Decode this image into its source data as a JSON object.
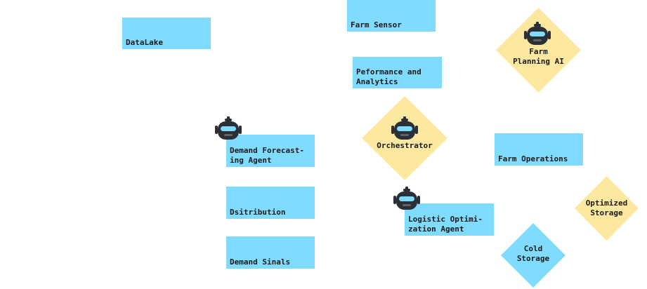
{
  "colors": {
    "rect_fill": "#80dcff",
    "diamond_yellow": "#fde8a0",
    "diamond_blue": "#80dcff",
    "bot_dark": "#2b2f36",
    "bot_visor": "#80dcff"
  },
  "rectangles": [
    {
      "id": "datalake",
      "label": "DataLake"
    },
    {
      "id": "farm-sensor",
      "label": "Farm Sensor"
    },
    {
      "id": "performance-analytics",
      "label": "Peformance and\nAnalytics"
    },
    {
      "id": "demand-forecasting-agent",
      "label": "Demand Forecast-\ning Agent"
    },
    {
      "id": "distribution",
      "label": "Dsitribution"
    },
    {
      "id": "demand-signals",
      "label": "Demand Sinals"
    },
    {
      "id": "farm-operations",
      "label": "Farm Operations"
    },
    {
      "id": "logistic-optimization-agent",
      "label": "Logistic Optimi-\nzation Agent"
    }
  ],
  "diamonds": [
    {
      "id": "farm-planning-ai",
      "label": "Farm\nPlanning AI"
    },
    {
      "id": "orchestrator",
      "label": "Orchestrator"
    },
    {
      "id": "optimized-storage",
      "label": "Optimized\nStorage"
    },
    {
      "id": "cold-storage",
      "label": "Cold\nStorage"
    }
  ],
  "icons": {
    "agent": "robot-icon"
  }
}
